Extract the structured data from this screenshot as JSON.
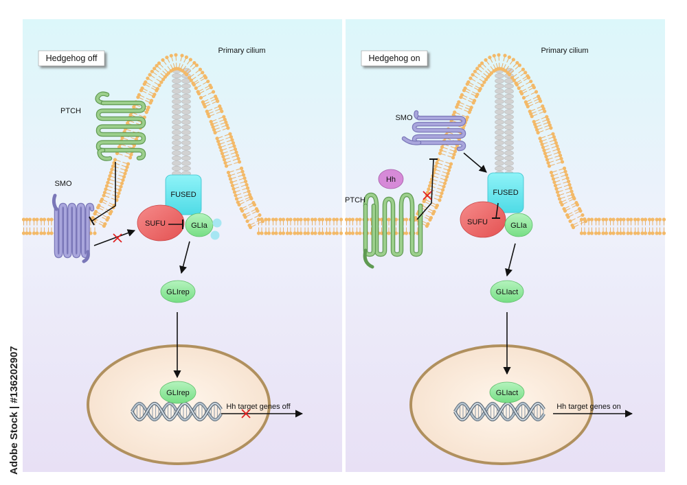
{
  "watermark": {
    "side_text": "Adobe Stock | #136202907"
  },
  "panels": [
    {
      "state_label": "Hedgehog off",
      "cilium_label": "Primary cilium",
      "ptch_label": "PTCH",
      "smo_label": "SMO",
      "fused_label": "FUSED",
      "sufu_label": "SUFU",
      "gli_a_label": "GLIa",
      "gli_out_label": "GLIrep",
      "gli_nucleus_label": "GLIrep",
      "target_label": "Hh target genes off"
    },
    {
      "state_label": "Hedgehog on",
      "cilium_label": "Primary cilium",
      "hh_label": "Hh",
      "ptch_label": "PTCH",
      "smo_label": "SMO",
      "fused_label": "FUSED",
      "sufu_label": "SUFU",
      "gli_a_label": "GLIa",
      "gli_out_label": "GLIact",
      "gli_nucleus_label": "GLIact",
      "target_label": "Hh target genes on"
    }
  ],
  "colors": {
    "membrane": "#f3b968",
    "ptch": "#9ccf8c",
    "smo": "#a9a6dc",
    "fused": "#6fe8f0",
    "sufu": "#f06a6a",
    "gli": "#8ee89a",
    "hh": "#d68ad8",
    "nucleus_border": "#b0905e",
    "inhibit_x": "#e02020"
  }
}
